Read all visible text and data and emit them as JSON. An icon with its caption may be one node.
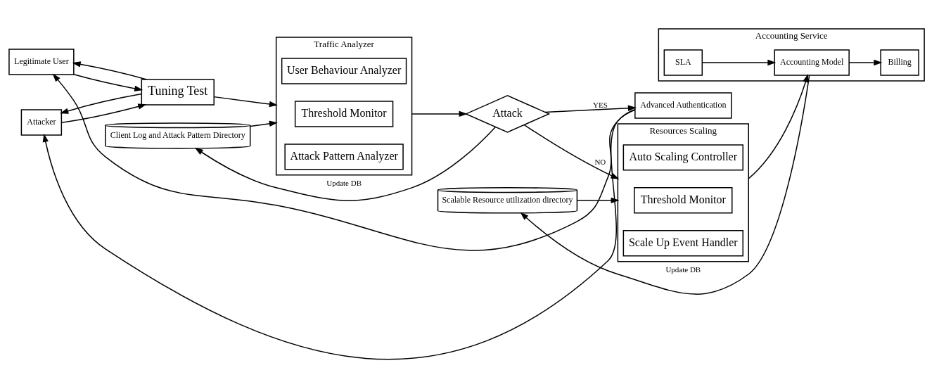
{
  "diagram": {
    "nodes": [
      {
        "text": [
          "Client Log and Attack Pattern Directory"
        ]
      },
      {
        "text": [
          "Scalable Resource utilization directory"
        ]
      },
      {
        "text": [
          "Legitimate User"
        ]
      },
      {
        "text": [
          "Attacker"
        ]
      },
      {
        "text": [
          "Tuning Test"
        ]
      },
      {
        "text": [
          "Traffic Analyzer"
        ]
      },
      {
        "text": [
          "User Behaviour Analyzer"
        ],
        "in": 5
      },
      {
        "text": [
          "Threshold Monitor"
        ],
        "in": 5
      },
      {
        "text": [
          "Attack Pattern Analyzer"
        ],
        "in": 5
      },
      {
        "text": [
          "Attack"
        ]
      },
      {
        "text": [
          "Resources Scaling"
        ]
      },
      {
        "text": [
          "Auto Scaling Controller"
        ],
        "in": 10
      },
      {
        "text": [
          "Threshold Monitor"
        ],
        "in": 10
      },
      {
        "text": [
          "Scale Up Event Handler"
        ],
        "in": 10
      },
      {
        "text": [
          "Accounting Service"
        ]
      },
      {
        "text": [
          "SLA"
        ],
        "in": 14
      },
      {
        "text": [
          "Accounting Model"
        ],
        "in": 14
      },
      {
        "text": [
          "Billing"
        ],
        "in": 14
      },
      {
        "text": [
          "Advanced Authentication"
        ]
      }
    ],
    "edges": [
      {
        "from": 2,
        "to": 4,
        "arrow": "to"
      },
      {
        "from": 4,
        "to": 2,
        "arrow": "to"
      },
      {
        "from": 4,
        "to": 3,
        "arrow": "to"
      },
      {
        "from": 3,
        "to": 4,
        "arrow": "to"
      },
      {
        "from": 4,
        "to": 5,
        "arrow": "to"
      },
      {
        "from": 0,
        "to": 5,
        "arrow": "to"
      },
      {
        "from": 5,
        "to": 9,
        "arrow": "to"
      },
      {
        "from": 9,
        "to": 0,
        "arrow": "to",
        "label": "Update DB"
      },
      {
        "from": 9,
        "to": 10,
        "arrow": "to",
        "label": "NO"
      },
      {
        "from": 1,
        "to": 10,
        "arrow": "to"
      },
      {
        "from": 9,
        "to": 18,
        "arrow": "to",
        "label": "YES"
      },
      {
        "from": 18,
        "to": 2,
        "arrow": "to"
      },
      {
        "from": 18,
        "to": 3,
        "arrow": "to"
      },
      {
        "from": 10,
        "to": 16,
        "arrow": "to"
      },
      {
        "from": 15,
        "to": 16,
        "arrow": "to"
      },
      {
        "from": 16,
        "to": 17,
        "arrow": "to"
      },
      {
        "from": 16,
        "to": 1,
        "arrow": "to",
        "label": "Update DB"
      }
    ]
  }
}
